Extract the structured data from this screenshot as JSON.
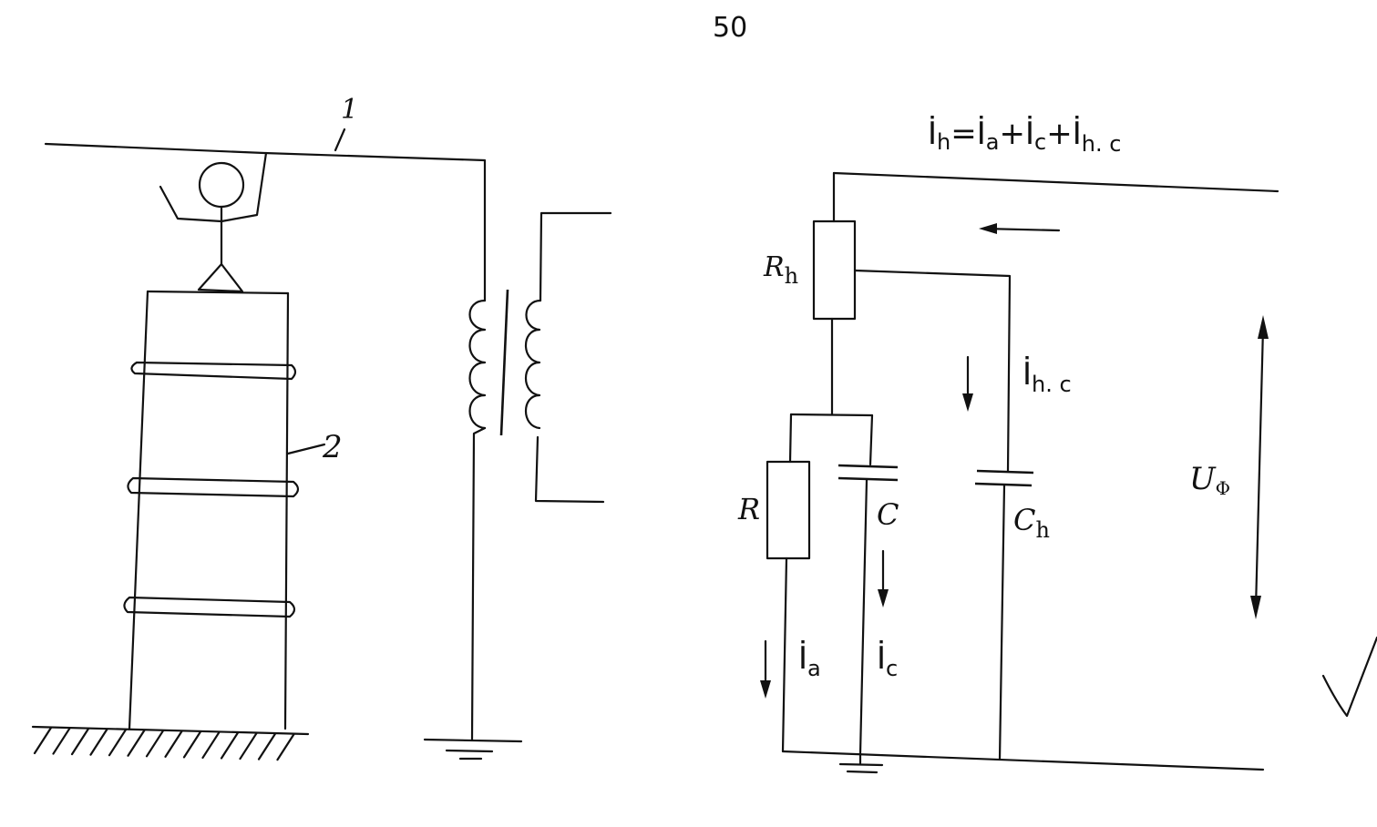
{
  "page_number": "50",
  "left_figure": {
    "label_line": "1",
    "label_ladder": "2"
  },
  "right_figure": {
    "equation": {
      "parts": [
        "İ",
        "h",
        "=",
        "İ",
        "a",
        "+",
        "İ",
        "c",
        "+",
        "İ",
        "h. c"
      ]
    },
    "labels": {
      "Rh": {
        "main": "R",
        "sub": "h"
      },
      "R": "R",
      "C": "C",
      "Ch": {
        "main": "C",
        "sub": "h"
      },
      "Ihc": {
        "main": "İ",
        "sub": "h. c"
      },
      "Ia": {
        "main": "İ",
        "sub": "a"
      },
      "Ic": {
        "main": "İ",
        "sub": "c"
      },
      "Uph": {
        "main": "U",
        "sub": "Φ"
      }
    }
  }
}
